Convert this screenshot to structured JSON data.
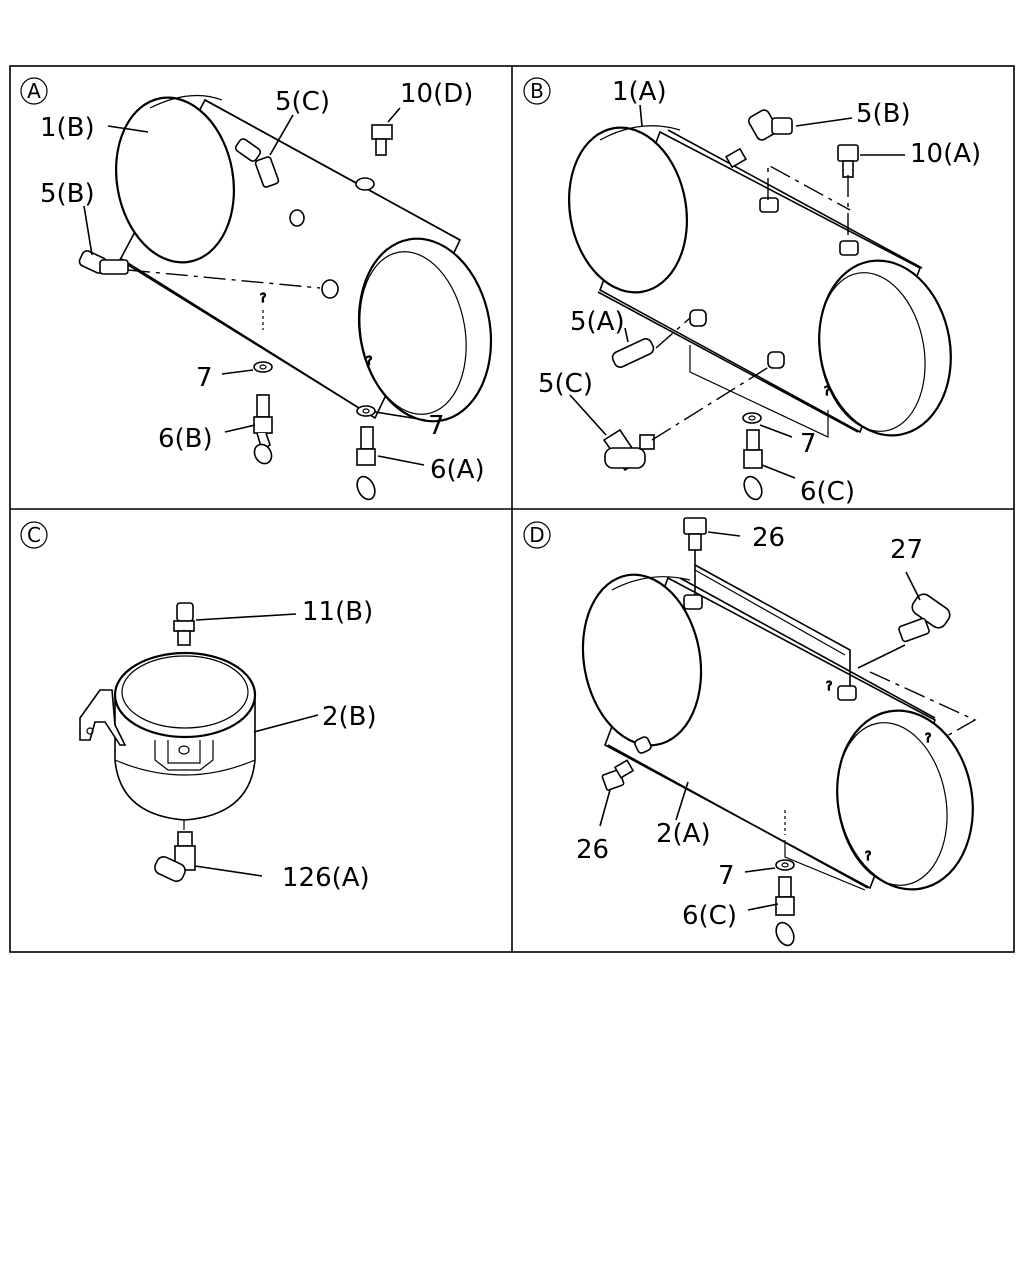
{
  "panels": [
    {
      "id": "A",
      "labels": {
        "p1": "1(B)",
        "p5c": "5(C)",
        "p10": "10(D)",
        "p5b": "5(B)",
        "p7a": "7",
        "p7b": "7",
        "p6b": "6(B)",
        "p6a": "6(A)"
      }
    },
    {
      "id": "B",
      "labels": {
        "p1": "1(A)",
        "p5b": "5(B)",
        "p10": "10(A)",
        "p5a": "5(A)",
        "p5c": "5(C)",
        "p7": "7",
        "p6c": "6(C)"
      }
    },
    {
      "id": "C",
      "labels": {
        "p11": "11(B)",
        "p2": "2(B)",
        "p126": "126(A)"
      }
    },
    {
      "id": "D",
      "labels": {
        "p26a": "26",
        "p27": "27",
        "p26b": "26",
        "p2": "2(A)",
        "p7": "7",
        "p6c": "6(C)"
      }
    }
  ]
}
